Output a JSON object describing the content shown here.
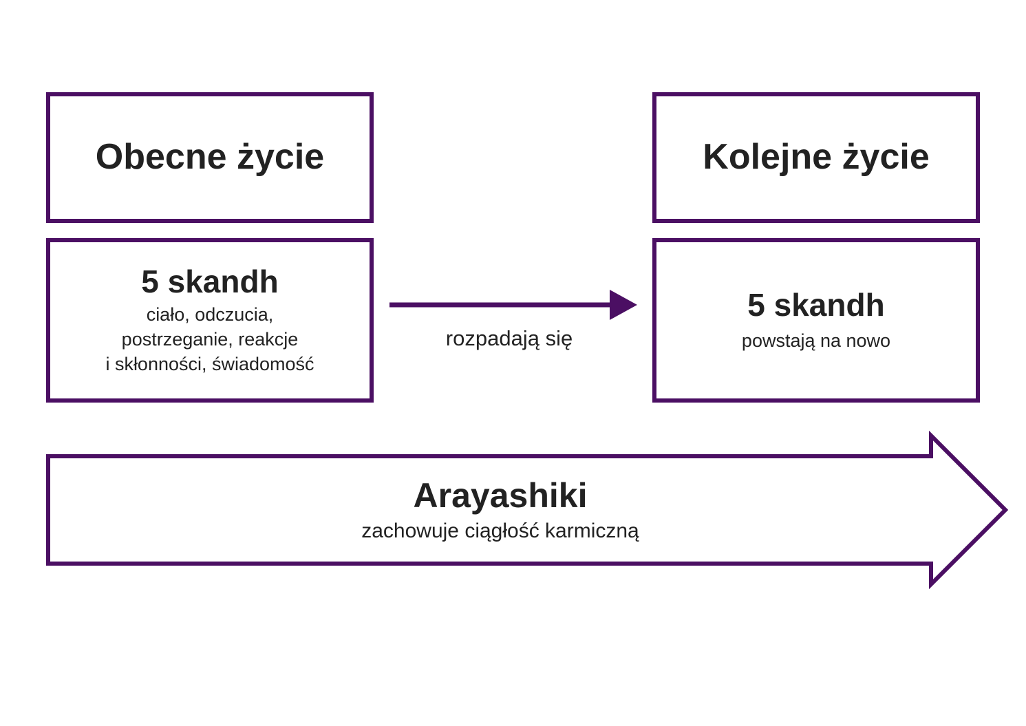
{
  "present_life": {
    "title": "Obecne życie",
    "skandhas_title": "5 skandh",
    "skandhas_lines": [
      "ciało, odczucia,",
      "postrzeganie, reakcje",
      "i skłonności, świadomość"
    ]
  },
  "next_life": {
    "title": "Kolejne życie",
    "skandhas_title": "5 skandh",
    "skandhas_desc": "powstają na nowo"
  },
  "connector": {
    "label": "rozpadają się"
  },
  "continuity_arrow": {
    "title": "Arayashiki",
    "subtitle": "zachowuje ciągłość karmiczną"
  },
  "colors": {
    "border": "#4b0f63",
    "text": "#222222",
    "background": "#ffffff"
  }
}
